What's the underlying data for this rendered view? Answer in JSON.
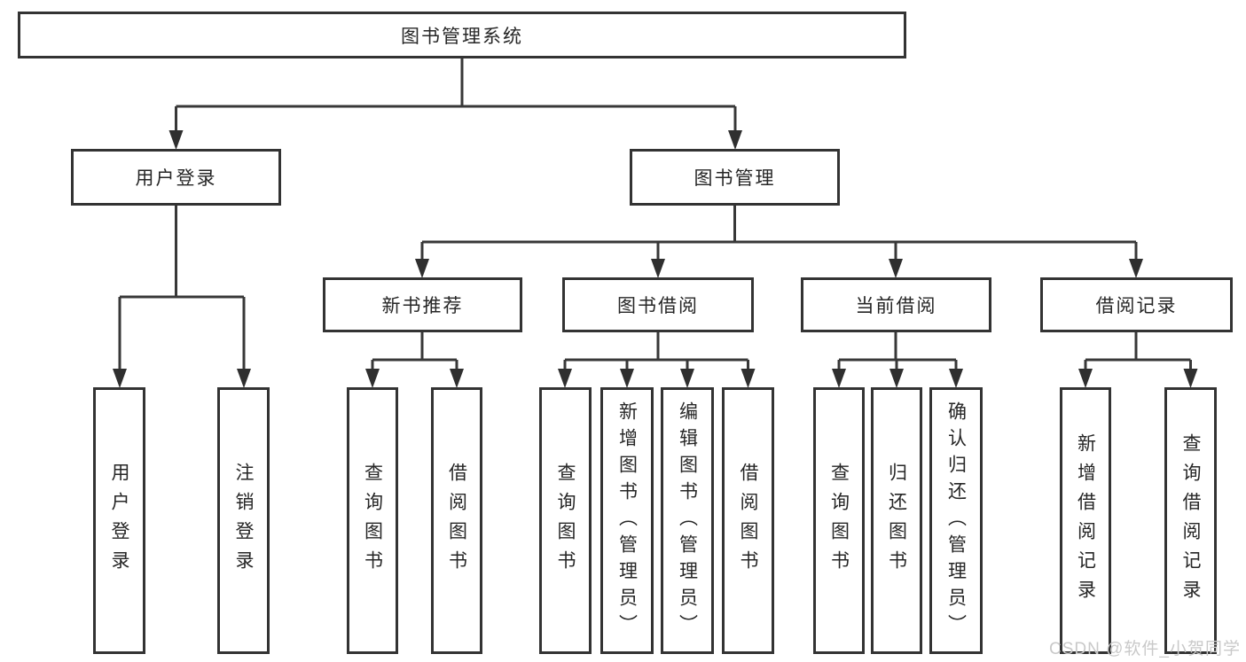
{
  "tree": {
    "root": {
      "label": "图书管理系统",
      "children": [
        {
          "label": "用户登录",
          "children": [
            {
              "label": "用户登录"
            },
            {
              "label": "注销登录"
            }
          ]
        },
        {
          "label": "图书管理",
          "children": [
            {
              "label": "新书推荐",
              "children": [
                {
                  "label": "查询图书"
                },
                {
                  "label": "借阅图书"
                }
              ]
            },
            {
              "label": "图书借阅",
              "children": [
                {
                  "label": "查询图书"
                },
                {
                  "label": "新增图书（管理员）"
                },
                {
                  "label": "编辑图书（管理员）"
                },
                {
                  "label": "借阅图书"
                }
              ]
            },
            {
              "label": "当前借阅",
              "children": [
                {
                  "label": "查询图书"
                },
                {
                  "label": "归还图书"
                },
                {
                  "label": "确认归还（管理员）"
                }
              ]
            },
            {
              "label": "借阅记录",
              "children": [
                {
                  "label": "新增借阅记录"
                },
                {
                  "label": "查询借阅记录"
                }
              ]
            }
          ]
        }
      ]
    }
  },
  "watermark": "CSDN @软件_小贺同学",
  "colors": {
    "line": "#383838",
    "arrow": "#2f2f2f",
    "border": "#333333",
    "text": "#262626",
    "background": "#ffffff",
    "watermark": "#c9c9c9"
  }
}
